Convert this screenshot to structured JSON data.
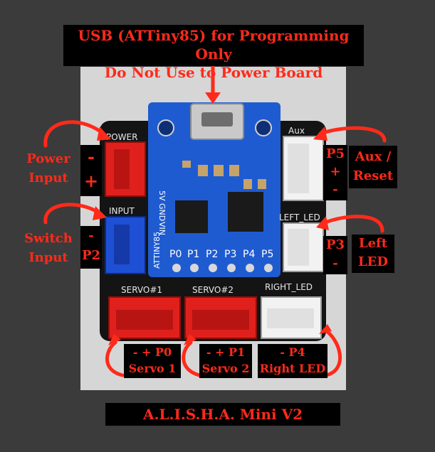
{
  "top_banner": {
    "line1": "USB (ATTiny85) for Programming Only",
    "line2": "Do Not Use to Power Board"
  },
  "bottom_title": "A.L.I.S.H.A. Mini V2",
  "left_labels": {
    "power_input_line1": "Power",
    "power_input_line2": "Input",
    "switch_input_line1": "Switch",
    "switch_input_line2": "Input"
  },
  "left_pins": {
    "power_minus": "-",
    "power_plus": "+",
    "switch_minus": "-",
    "switch_p2": "P2"
  },
  "right_pins": {
    "aux_p5": "P5",
    "aux_plus": "+",
    "aux_minus": "-",
    "left_p3": "P3",
    "left_minus": "-"
  },
  "right_labels": {
    "aux_line1": "Aux /",
    "aux_line2": "Reset",
    "left_led_line1": "Left",
    "left_led_line2": "LED"
  },
  "bottom_labels": {
    "servo1_line1": "-  +  P0",
    "servo1_line2": "Servo 1",
    "servo2_line1": "-  +  P1",
    "servo2_line2": "Servo 2",
    "right_led_line1": "-   P4",
    "right_led_line2": "Right LED"
  },
  "board_silkscreen": {
    "power": "POWER",
    "input": "INPUT",
    "aux": "Aux",
    "left_led": "LEFT_LED",
    "servo1": "SERVO#1",
    "servo2": "SERVO#2",
    "right_led": "RIGHT_LED",
    "chip_name": "ATTINY85",
    "pin_5v": "5V",
    "pin_gnd": "GND",
    "pin_vin": "VIN",
    "pins": [
      "P0",
      "P1",
      "P2",
      "P3",
      "P4",
      "P5"
    ]
  },
  "colors": {
    "accent_red": "#ff2a1a",
    "pcb_blue": "#1f5bd0",
    "connector_red": "#e0201c",
    "connector_blue": "#1e50d6",
    "connector_white": "#f2f2f2",
    "board_black": "#141414"
  }
}
